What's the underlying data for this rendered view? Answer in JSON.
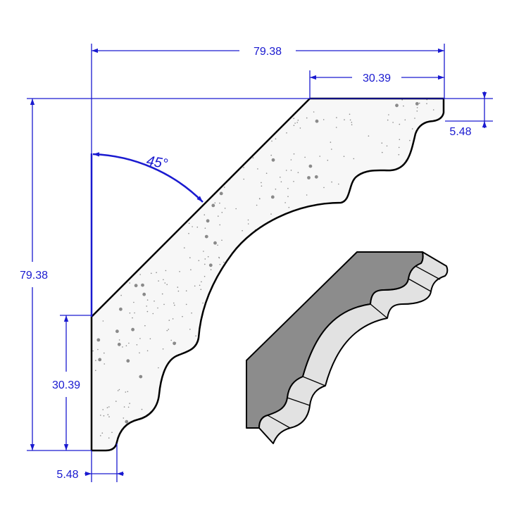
{
  "drawing": {
    "dimensions": {
      "overall_width": "79.38",
      "overall_height": "79.38",
      "top_projection": "30.39",
      "side_projection": "30.39",
      "top_flat": "5.48",
      "bottom_flat": "5.48",
      "spring_angle": "45°"
    },
    "colors": {
      "dimension": "#1a1ad0",
      "outline": "#000000",
      "section_fill": "#f7f7f7",
      "speckle": "#8a8a8a",
      "model_dark": "#8c8c8c",
      "model_light": "#e2e2e2"
    }
  }
}
